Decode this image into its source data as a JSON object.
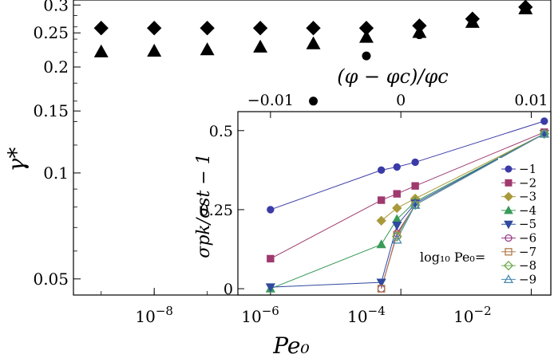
{
  "chart_data": [
    {
      "id": "main",
      "type": "scatter",
      "xscale": "log",
      "yscale": "log",
      "xlabel": "Pe₀",
      "ylabel": "γ*",
      "xlim": [
        3e-10,
        0.3
      ],
      "ylim": [
        0.045,
        0.31
      ],
      "xticks": [
        {
          "value": 1e-08,
          "label": "10⁻⁸"
        },
        {
          "value": 1e-06,
          "label": "10⁻⁶"
        },
        {
          "value": 0.0001,
          "label": "10⁻⁴"
        },
        {
          "value": 0.01,
          "label": "10⁻²"
        }
      ],
      "yticks": [
        {
          "value": 0.3,
          "label": "0.3"
        },
        {
          "value": 0.25,
          "label": "0.25"
        },
        {
          "value": 0.2,
          "label": "0.2"
        },
        {
          "value": 0.15,
          "label": "0.15"
        },
        {
          "value": 0.1,
          "label": "0.1"
        },
        {
          "value": 0.05,
          "label": "0.05"
        }
      ],
      "series": [
        {
          "marker": "diamond",
          "x": [
            1e-09,
            1e-08,
            1e-07,
            1e-06,
            1e-05,
            0.0001,
            0.001,
            0.01,
            0.1
          ],
          "y": [
            0.258,
            0.258,
            0.258,
            0.258,
            0.258,
            0.258,
            0.262,
            0.274,
            0.296
          ]
        },
        {
          "marker": "triangle",
          "x": [
            1e-09,
            1e-08,
            1e-07,
            1e-06,
            1e-05,
            0.0001,
            0.001,
            0.01,
            0.1
          ],
          "y": [
            0.221,
            0.222,
            0.224,
            0.228,
            0.233,
            0.243,
            0.251,
            0.268,
            0.293
          ]
        },
        {
          "marker": "circle",
          "x": [
            1e-05,
            0.0001,
            0.001,
            0.01,
            0.1
          ],
          "y": [
            0.16,
            0.215,
            0.247,
            0.27,
            0.295
          ]
        }
      ]
    },
    {
      "id": "inset",
      "type": "line",
      "xlabel": "(φ − φc)/φc",
      "ylabel": "σpk/σst − 1",
      "xlim": [
        -0.0125,
        0.0115
      ],
      "ylim": [
        -0.02,
        0.56
      ],
      "xticks": [
        {
          "value": -0.01,
          "label": "−0.01"
        },
        {
          "value": 0,
          "label": "0"
        },
        {
          "value": 0.01,
          "label": "0.01"
        }
      ],
      "yticks": [
        {
          "value": 0,
          "label": "0"
        },
        {
          "value": 0.25,
          "label": "0.25"
        },
        {
          "value": 0.5,
          "label": "0.5"
        }
      ],
      "legend_title": "log₁₀ Pe₀=",
      "legend_position": "right",
      "series": [
        {
          "name": "−1",
          "color": "#3b3ba8",
          "marker": "circle",
          "filled": true,
          "x": [
            -0.01,
            -0.0015,
            -0.0003,
            0.0011,
            0.011
          ],
          "y": [
            0.25,
            0.375,
            0.385,
            0.4,
            0.53
          ]
        },
        {
          "name": "−2",
          "color": "#9e3a6e",
          "marker": "square",
          "filled": true,
          "x": [
            -0.01,
            -0.0015,
            -0.0003,
            0.0011,
            0.011
          ],
          "y": [
            0.095,
            0.28,
            0.3,
            0.325,
            0.495
          ]
        },
        {
          "name": "−3",
          "color": "#a89a3a",
          "marker": "diamond",
          "filled": true,
          "x": [
            -0.0015,
            -0.0003,
            0.0011,
            0.011
          ],
          "y": [
            0.215,
            0.255,
            0.285,
            0.49
          ]
        },
        {
          "name": "−4",
          "color": "#3a9a5a",
          "marker": "triangle",
          "filled": true,
          "x": [
            -0.01,
            -0.0015,
            -0.0003,
            0.0011,
            0.011
          ],
          "y": [
            0.0,
            0.14,
            0.22,
            0.275,
            0.49
          ]
        },
        {
          "name": "−5",
          "color": "#2f4a9e",
          "marker": "triangle-down",
          "filled": true,
          "x": [
            -0.01,
            -0.0015,
            -0.0003,
            0.0011,
            0.011
          ],
          "y": [
            0.005,
            0.02,
            0.2,
            0.27,
            0.49
          ]
        },
        {
          "name": "−6",
          "color": "#9a3a8a",
          "marker": "circle",
          "filled": false,
          "x": [
            -0.0015,
            -0.0003,
            0.0011,
            0.011
          ],
          "y": [
            0.0,
            0.175,
            0.265,
            0.49
          ]
        },
        {
          "name": "−7",
          "color": "#b07a4a",
          "marker": "square",
          "filled": false,
          "x": [
            -0.0015,
            -0.0003,
            0.0011,
            0.011
          ],
          "y": [
            0.0,
            0.17,
            0.265,
            0.49
          ]
        },
        {
          "name": "−8",
          "color": "#6aaa4a",
          "marker": "diamond",
          "filled": false,
          "x": [
            -0.0003,
            0.0011,
            0.011
          ],
          "y": [
            0.165,
            0.265,
            0.49
          ]
        },
        {
          "name": "−9",
          "color": "#4a8ab0",
          "marker": "triangle",
          "filled": false,
          "x": [
            -0.0003,
            0.0011,
            0.011
          ],
          "y": [
            0.155,
            0.265,
            0.49
          ]
        }
      ]
    }
  ]
}
